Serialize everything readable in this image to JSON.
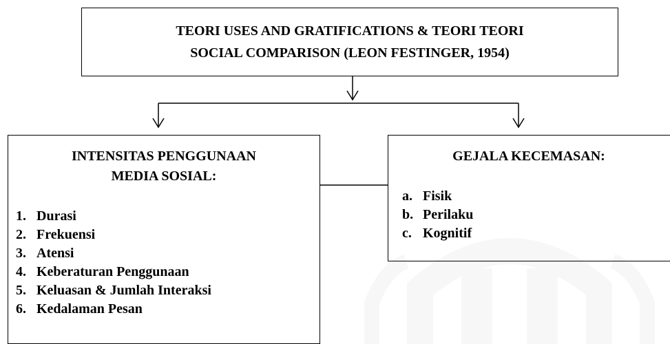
{
  "top_box": {
    "line1": "TEORI USES AND GRATIFICATIONS & TEORI TEORI",
    "line2": "SOCIAL COMPARISON (LEON FESTINGER, 1954)"
  },
  "left_box": {
    "title_line1": "INTENSITAS PENGGUNAAN",
    "title_line2": "MEDIA SOSIAL:",
    "items": [
      {
        "marker": "1.",
        "label": "Durasi"
      },
      {
        "marker": "2.",
        "label": "Frekuensi"
      },
      {
        "marker": "3.",
        "label": "Atensi"
      },
      {
        "marker": "4.",
        "label": "Keberaturan Penggunaan"
      },
      {
        "marker": "5.",
        "label": "Keluasan & Jumlah Interaksi"
      },
      {
        "marker": "6.",
        "label": "Kedalaman Pesan"
      }
    ]
  },
  "right_box": {
    "title": "GEJALA KECEMASAN:",
    "items": [
      {
        "marker": "a.",
        "label": "Fisik"
      },
      {
        "marker": "b.",
        "label": "Perilaku"
      },
      {
        "marker": "c.",
        "label": "Kognitif"
      }
    ]
  },
  "colors": {
    "stroke": "#000000",
    "background": "#ffffff",
    "watermark": "#9e9e9e"
  }
}
